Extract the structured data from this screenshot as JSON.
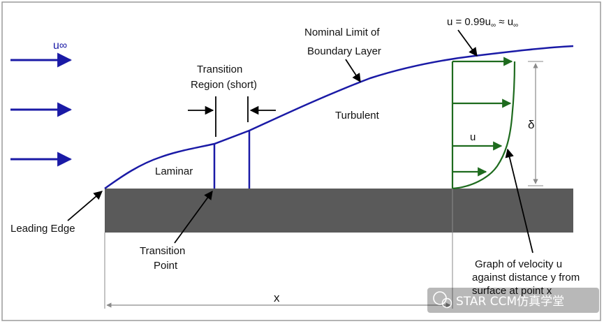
{
  "labels": {
    "freestream": "u∞",
    "velocity_99_prefix": "u = 0.99u",
    "velocity_99_inf": "∞",
    "velocity_99_approx": " ≈ u",
    "velocity_99_inf2": "∞",
    "nominal_limit_line1": "Nominal Limit of",
    "nominal_limit_line2": "Boundary Layer",
    "transition_region_line1": "Transition",
    "transition_region_line2": "Region (short)",
    "turbulent": "Turbulent",
    "laminar": "Laminar",
    "delta": "δ",
    "u": "u",
    "leading_edge": "Leading Edge",
    "transition_point_line1": "Transition",
    "transition_point_line2": "Point",
    "graph_line1": "Graph of velocity u",
    "graph_line2": "against distance y from",
    "graph_line3": "surface at point x",
    "x": "x",
    "watermark": "STAR CCM仿真学堂"
  },
  "colors": {
    "boundary_layer": "#1a1aa6",
    "velocity_profile": "#1e6b1e",
    "plate": "#5a5a5a",
    "frame": "#9a9a9a",
    "dimension": "#8a8a8a"
  }
}
